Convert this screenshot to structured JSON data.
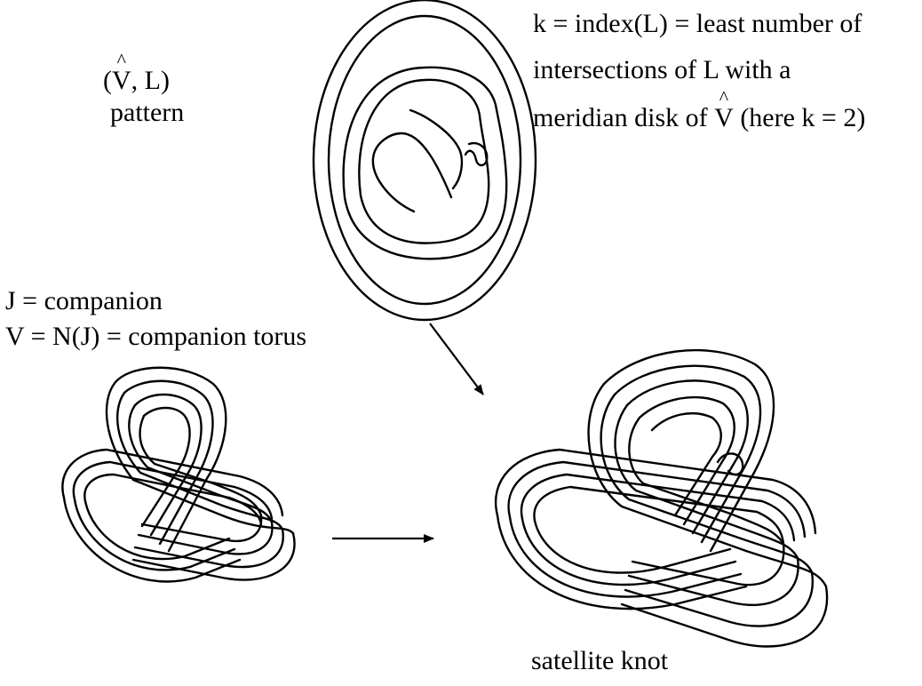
{
  "labels": {
    "pattern_line1_open": "(",
    "pattern_line1_v": "V",
    "pattern_line1_rest": ", L)",
    "pattern_line2": "pattern",
    "index_line1": "k = index(L) = least number of",
    "index_line2": "intersections of L with a",
    "index_line3_a": "meridian disk of ",
    "index_line3_v": "V",
    "index_line3_b": "  (here k = 2)",
    "companion_line1": "J = companion",
    "companion_line2": "V = N(J) = companion torus",
    "satellite": "satellite knot"
  }
}
